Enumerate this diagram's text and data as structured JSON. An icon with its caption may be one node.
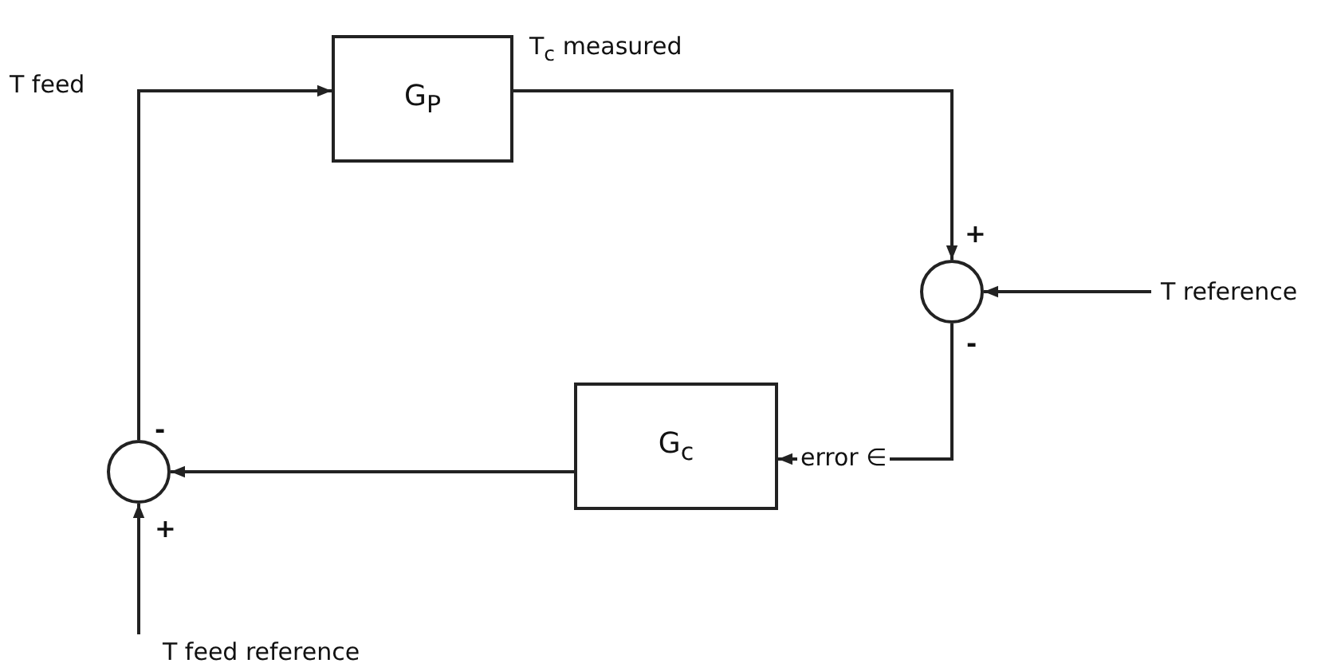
{
  "diagram": {
    "nodes": [
      {
        "text": [
          "G$_{P}$"
        ]
      },
      {
        "text": [
          "G$_{c}$"
        ]
      },
      {
        "text": [],
        "shape": "circle"
      },
      {
        "text": [],
        "shape": "circle"
      },
      {
        "text": [
          "T reference"
        ]
      },
      {
        "text": [
          "T feed reference"
        ]
      }
    ],
    "edges": [
      {
        "from": 3,
        "to": 0,
        "arrow": "to",
        "label": "T feed"
      },
      {
        "from": 0,
        "to": 2,
        "arrow": "to",
        "label": "T$_{c}$  measured"
      },
      {
        "from": 4,
        "to": 2,
        "arrow": "to"
      },
      {
        "from": 2,
        "to": 1,
        "arrow": "to",
        "label": "error ∈"
      },
      {
        "from": 1,
        "to": 3,
        "arrow": "to"
      },
      {
        "from": 5,
        "to": 3,
        "arrow": "to"
      }
    ],
    "labels": [
      "+",
      "-",
      "-",
      "+"
    ]
  }
}
